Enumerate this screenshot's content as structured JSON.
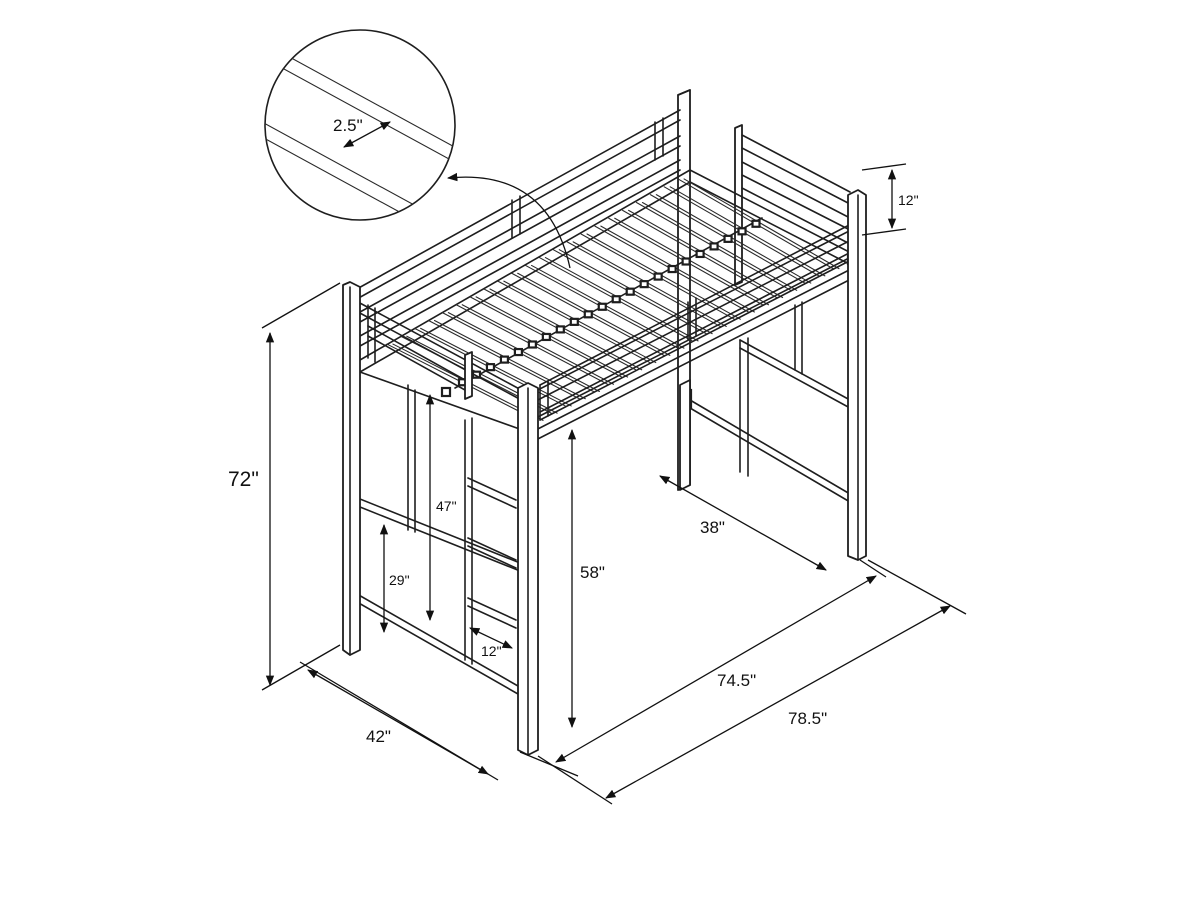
{
  "dimensions": {
    "total_height": "72\"",
    "underbed_clearance": "58\"",
    "ladder_height": "47\"",
    "side_rail_height": "29\"",
    "ladder_width": "12\"",
    "guardrail_height": "12\"",
    "inner_width": "38\"",
    "width": "42\"",
    "inner_length": "74.5\"",
    "length": "78.5\"",
    "slat_spacing": "2.5\""
  },
  "colors": {
    "line": "#1e1e1e",
    "background": "#ffffff"
  }
}
